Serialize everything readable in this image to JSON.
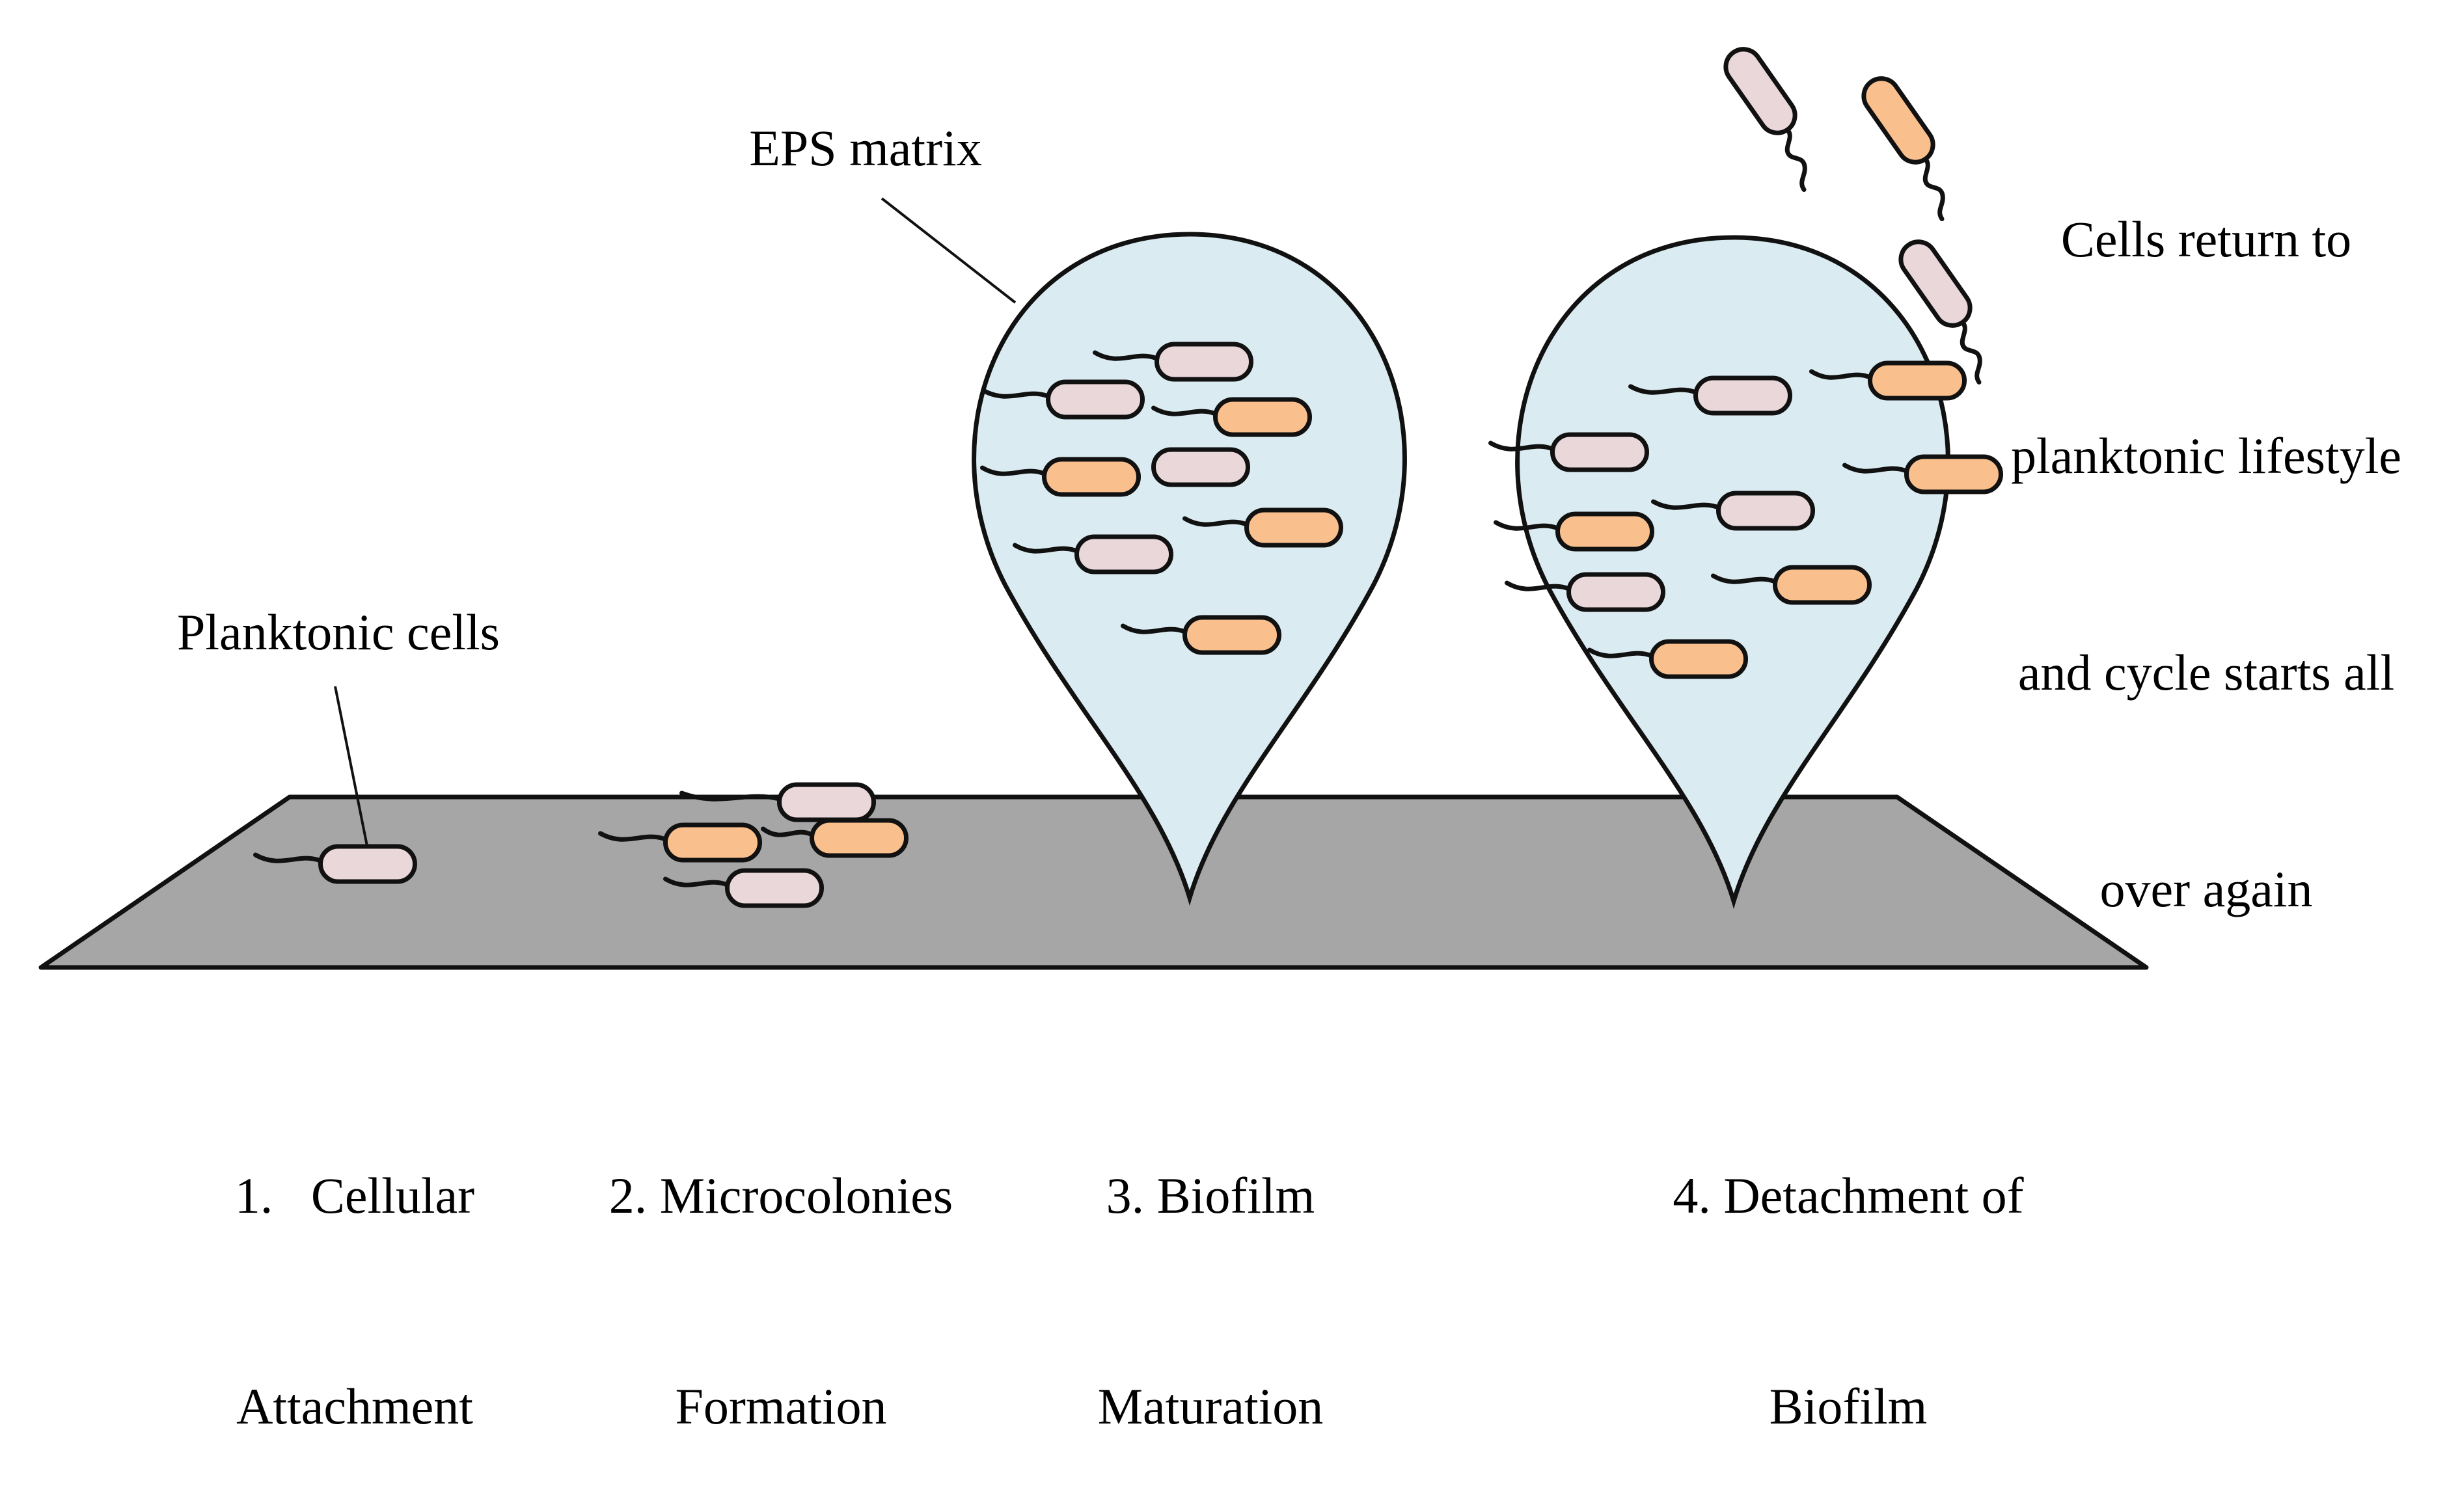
{
  "colors": {
    "surface": "#a6a6a6",
    "matrix": "#daecf2",
    "cell_pink": "#ead7da",
    "cell_orange": "#f9c08e",
    "outline": "#111111",
    "text": "#000000"
  },
  "callouts": {
    "eps_matrix": "EPS matrix",
    "planktonic_cells": "Planktonic cells",
    "return": [
      "Cells return to",
      "planktonic lifestyle",
      "and cycle starts all",
      "over again"
    ]
  },
  "stages": [
    {
      "line1": "1.   Cellular",
      "line2": "Attachment"
    },
    {
      "line1": "2. Microcolonies",
      "line2": "Formation"
    },
    {
      "line1": "3. Biofilm",
      "line2": "Maturation"
    },
    {
      "line1": "4. Detachment of",
      "line2": "Biofilm"
    }
  ]
}
